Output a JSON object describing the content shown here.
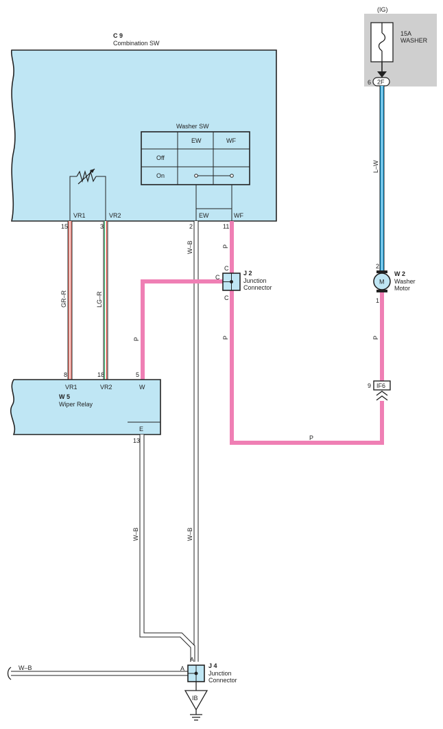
{
  "colors": {
    "component_fill": "#bfe6f4",
    "fuse_box_fill": "#cfcfcf",
    "wire_pink": "#ef7fb4",
    "wire_blue": "#2aa8e0",
    "wire_red": "#e0463a",
    "wire_green": "#3bb36a"
  },
  "fuse": {
    "group": "(IG)",
    "rating": "15A",
    "name": "WASHER",
    "pin": "6",
    "connector": "2F"
  },
  "c9": {
    "code": "C 9",
    "name": "Combination SW",
    "washer_sw": {
      "title": "Washer SW",
      "headers": [
        "EW",
        "WF"
      ],
      "rows": [
        "Off",
        "On"
      ]
    },
    "terminals": [
      "VR1",
      "VR2",
      "EW",
      "WF"
    ],
    "pins": [
      "15",
      "3",
      "2",
      "11"
    ]
  },
  "wires": {
    "gr_r": "GR–R",
    "lg_r": "LG–R",
    "w_b_1": "W–B",
    "w_b_2": "W–B",
    "w_b_3": "W–B",
    "w_b_4": "W–B",
    "p_1": "P",
    "p_2": "P",
    "p_3": "P",
    "p_4": "P",
    "p_5": "P",
    "l_w": "L–W"
  },
  "j2": {
    "code": "J 2",
    "line1": "Junction",
    "line2": "Connector",
    "pins": [
      "C",
      "C",
      "C"
    ]
  },
  "w2": {
    "code": "W 2",
    "line1": "Washer",
    "line2": "Motor",
    "motor_symbol": "M",
    "pins": [
      "2",
      "1"
    ]
  },
  "if6": {
    "pin": "9",
    "connector": "IF6"
  },
  "w5": {
    "code": "W 5",
    "name": "Wiper Relay",
    "terminals": [
      "VR1",
      "VR2",
      "W",
      "E"
    ],
    "pins": [
      "8",
      "18",
      "5",
      "13"
    ]
  },
  "j4": {
    "code": "J 4",
    "line1": "Junction",
    "line2": "Connector",
    "pins": [
      "A",
      "A"
    ]
  },
  "ground": {
    "label": "IB"
  }
}
